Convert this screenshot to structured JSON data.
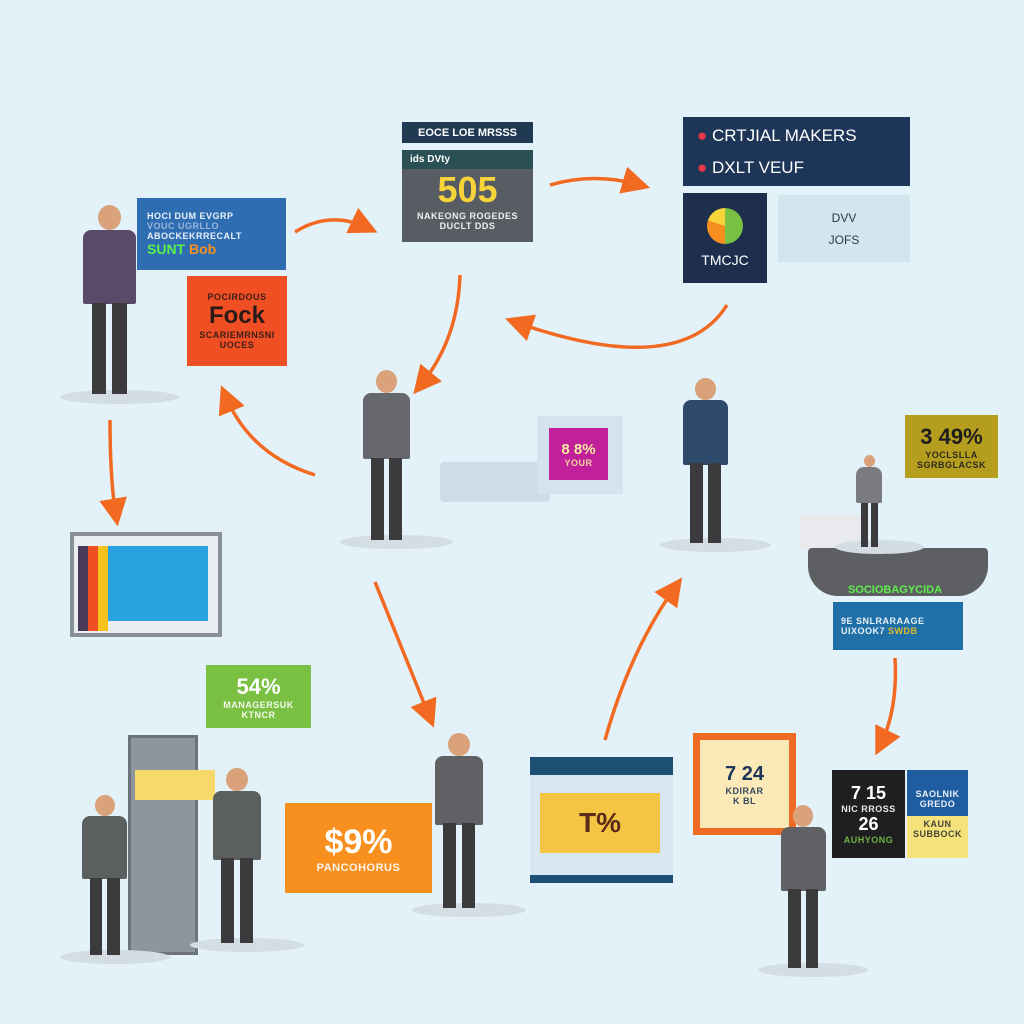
{
  "colors": {
    "background": "#e3f1f8",
    "arrow": "#f26a21",
    "navy": "#1d3557",
    "blue": "#2f6db3",
    "red": "#f04e23",
    "orange": "#f7901e",
    "green": "#7ac143",
    "magenta": "#c21f9b",
    "olive": "#b59d1e"
  },
  "cards": {
    "blue_left": {
      "line1": "HOCI DUM EVGRP",
      "line2": "VOUC UGRLLO",
      "line3": "ABOCKEKRRECALT",
      "line4": "SUNT",
      "line5": "Bob"
    },
    "red_left": {
      "top": "POCIRDOUS",
      "title": "Fock",
      "line1": "SCARIEMRNSNI",
      "line2": "UOCES"
    },
    "center_top": {
      "header": "EOCE LOE MRSSS",
      "sub": "ids DVty",
      "value": "505",
      "line1": "NAKEONG ROGEDES",
      "line2": "DUCLT DDS"
    },
    "top_right": {
      "line1": "CRTJIAL MAKERS",
      "line2": "DXLT VEUF",
      "pie_label": "TMCJC",
      "side1": "DVV",
      "side2": "JOFS"
    },
    "magenta": {
      "value": "8 8%",
      "line1": "YOUR"
    },
    "olive": {
      "value": "3 49%",
      "line1": "YOCLSLLA",
      "line2": "SGRBGLACSK"
    },
    "counter": {
      "strip": "SOCIOBAGYCIDA",
      "line1": "9E SNLRARAAGE",
      "line2": "UIXOOK7",
      "line3": "SWDB"
    },
    "green_bubble": {
      "value": "54%",
      "line1": "MANAGERSUK",
      "line2": "KTNCR"
    },
    "orange": {
      "value": "$9%",
      "line1": "PANCOHORUS"
    },
    "store_sign": "T%",
    "frame_bubble": {
      "value": "7 24",
      "line1": "KDIRAR",
      "line2": "K BL"
    },
    "dark_right": {
      "value1": "7 15",
      "line1": "NIC RROSS",
      "value2": "26",
      "line2": "AUHYONG"
    },
    "side_right": {
      "line1": "SAOLNIK",
      "line2": "GREDO",
      "line3": "KAUN",
      "line4": "SUBBOCK"
    }
  }
}
